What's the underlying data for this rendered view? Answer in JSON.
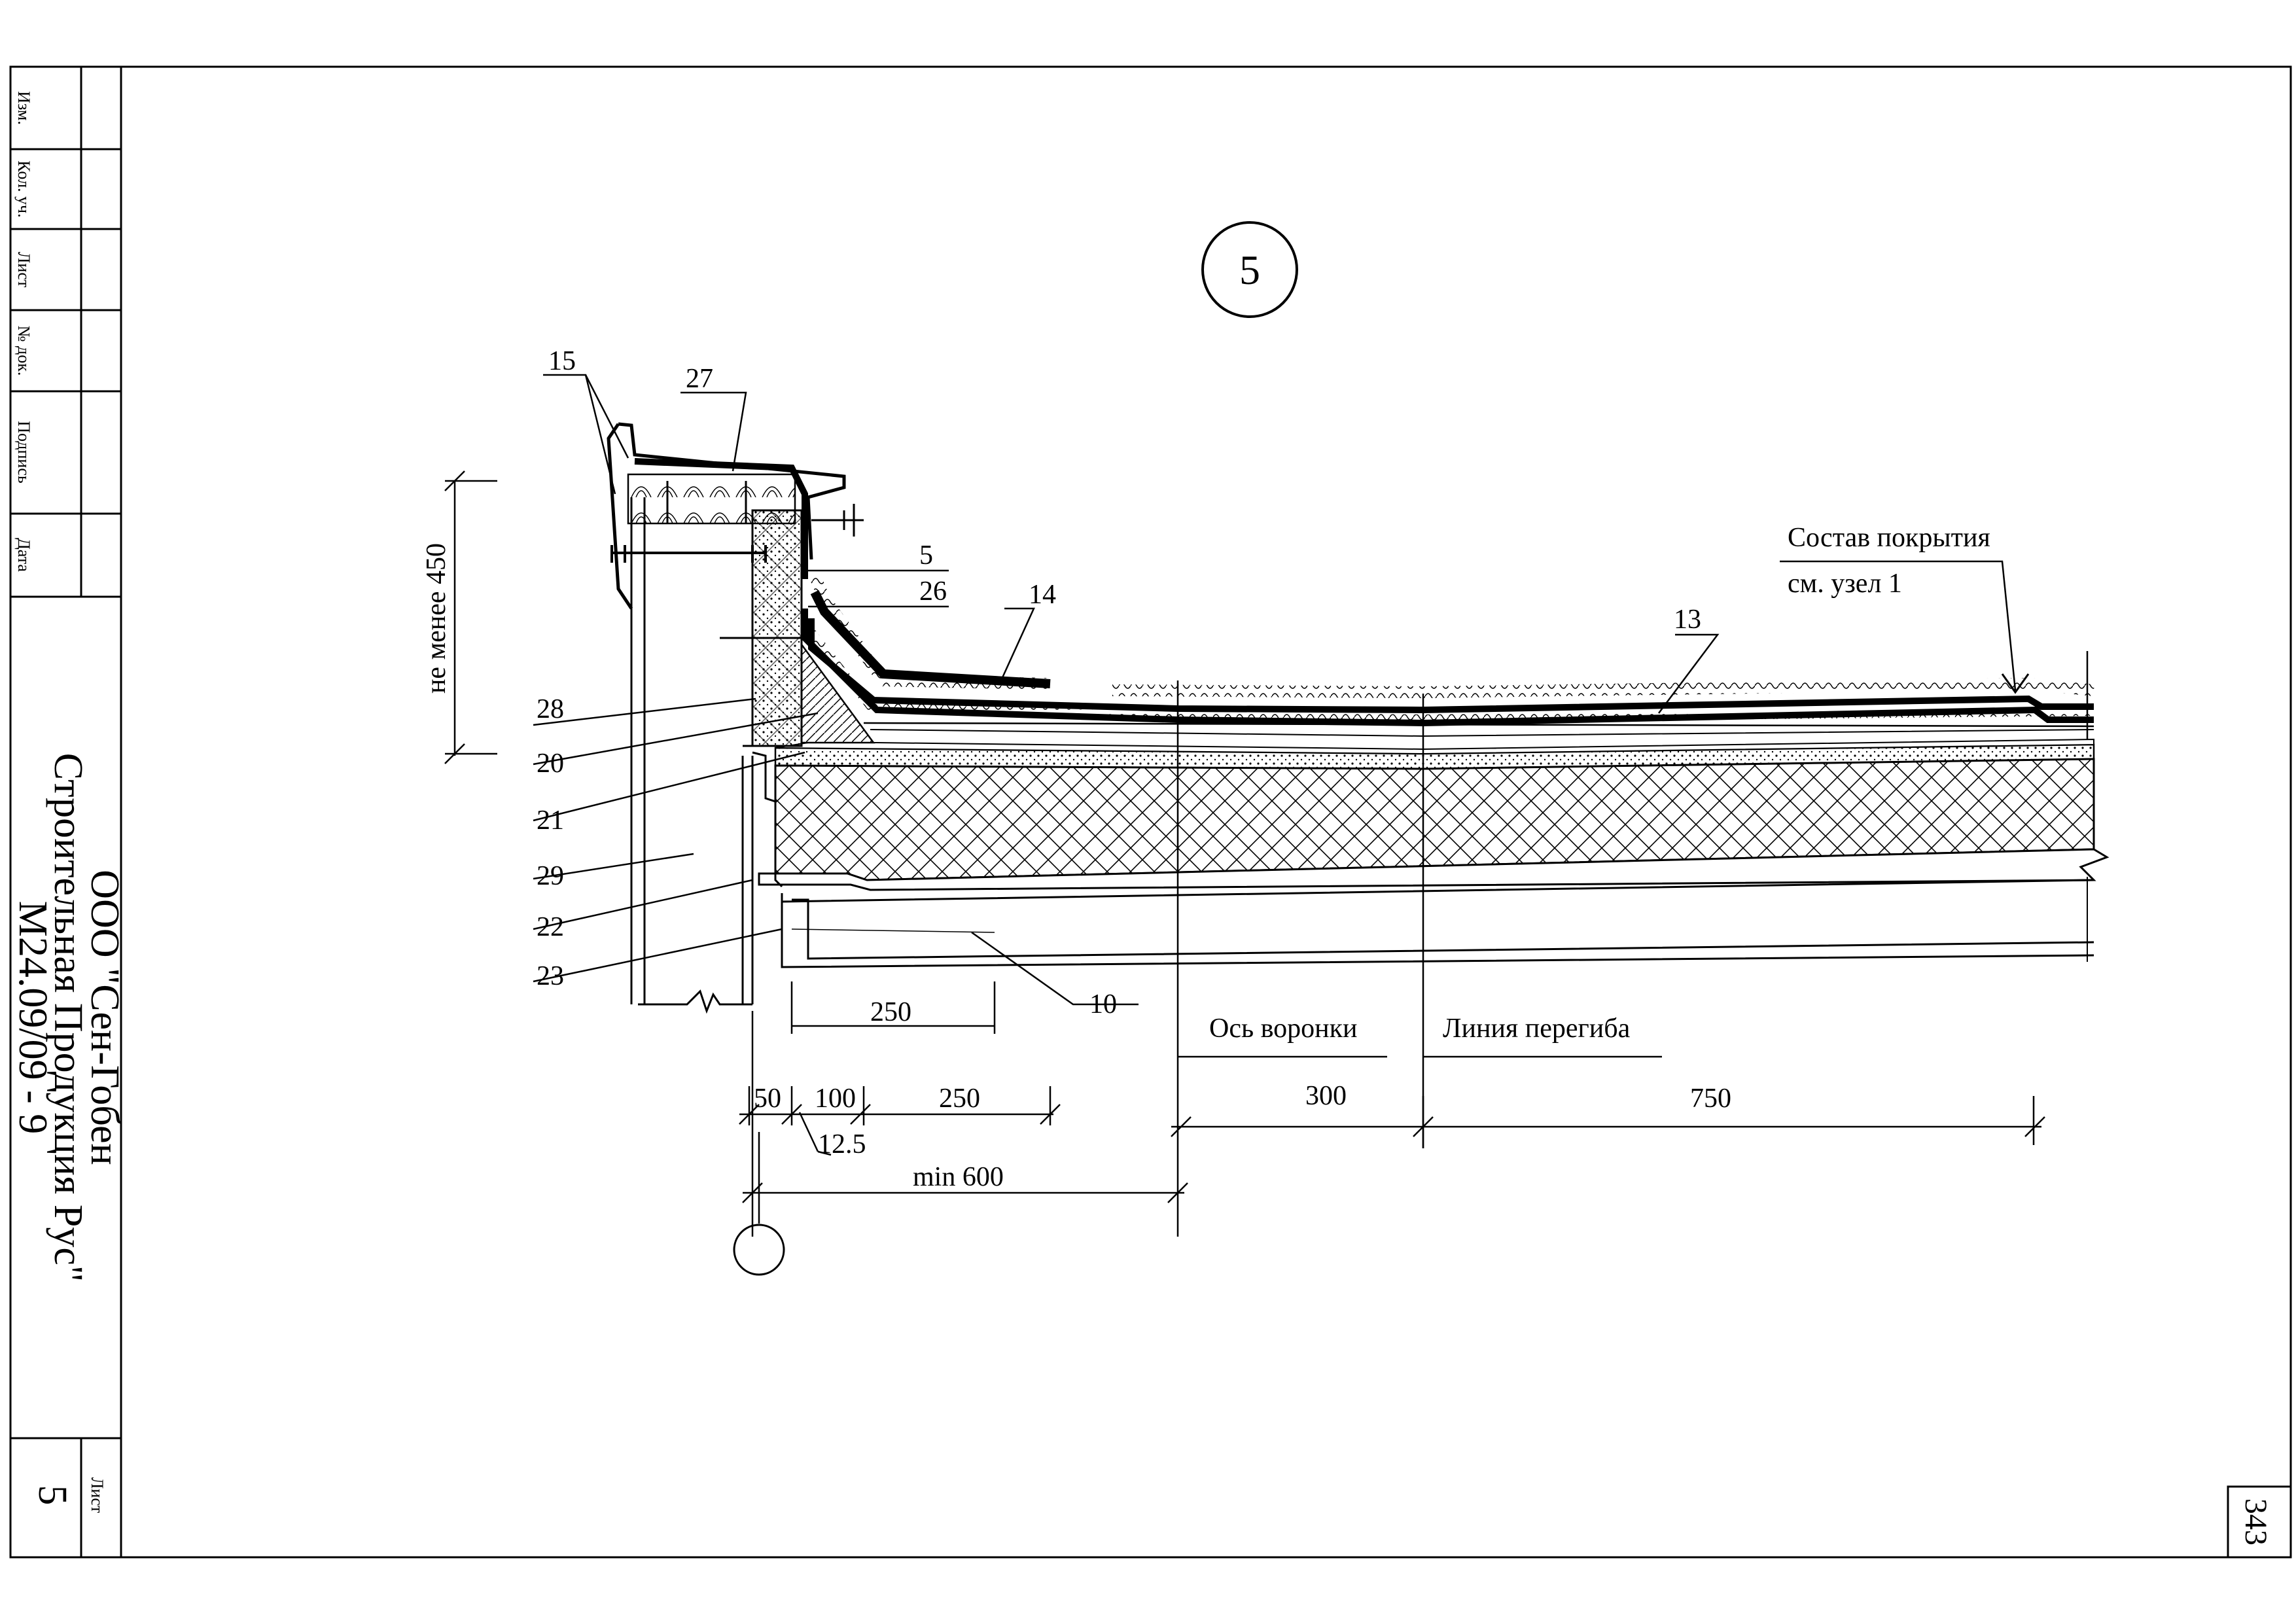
{
  "node_number": "5",
  "page_number": "343",
  "stamp": {
    "columns": [
      "Изм.",
      "Кол. уч.",
      "Лист",
      "№ док.",
      "Подпись",
      "Дата"
    ],
    "company_line1": "ООО \"Сен-Гобен",
    "company_line2": "Строительная Продукция Рус\"",
    "doc_code": "М24.09/09 - 9",
    "sheet_label": "Лист",
    "sheet_number": "5"
  },
  "callouts": {
    "c15": "15",
    "c27": "27",
    "c5": "5",
    "c26": "26",
    "c14": "14",
    "c13": "13",
    "c28": "28",
    "c20": "20",
    "c21": "21",
    "c29": "29",
    "c22": "22",
    "c23": "23",
    "c10": "10"
  },
  "notes": {
    "roof_line1": "Состав покрытия",
    "roof_line2": "см. узел 1",
    "height_min": "не менее 450",
    "funnel_axis": "Ось воронки",
    "bend_line": "Линия перегиба"
  },
  "dimensions": {
    "d250_top": "250",
    "d50": "50",
    "d100": "100",
    "d250": "250",
    "d12_5": "12.5",
    "min600": "min 600",
    "d300": "300",
    "d750": "750"
  },
  "colors": {
    "line": "#000000",
    "background": "#ffffff"
  }
}
